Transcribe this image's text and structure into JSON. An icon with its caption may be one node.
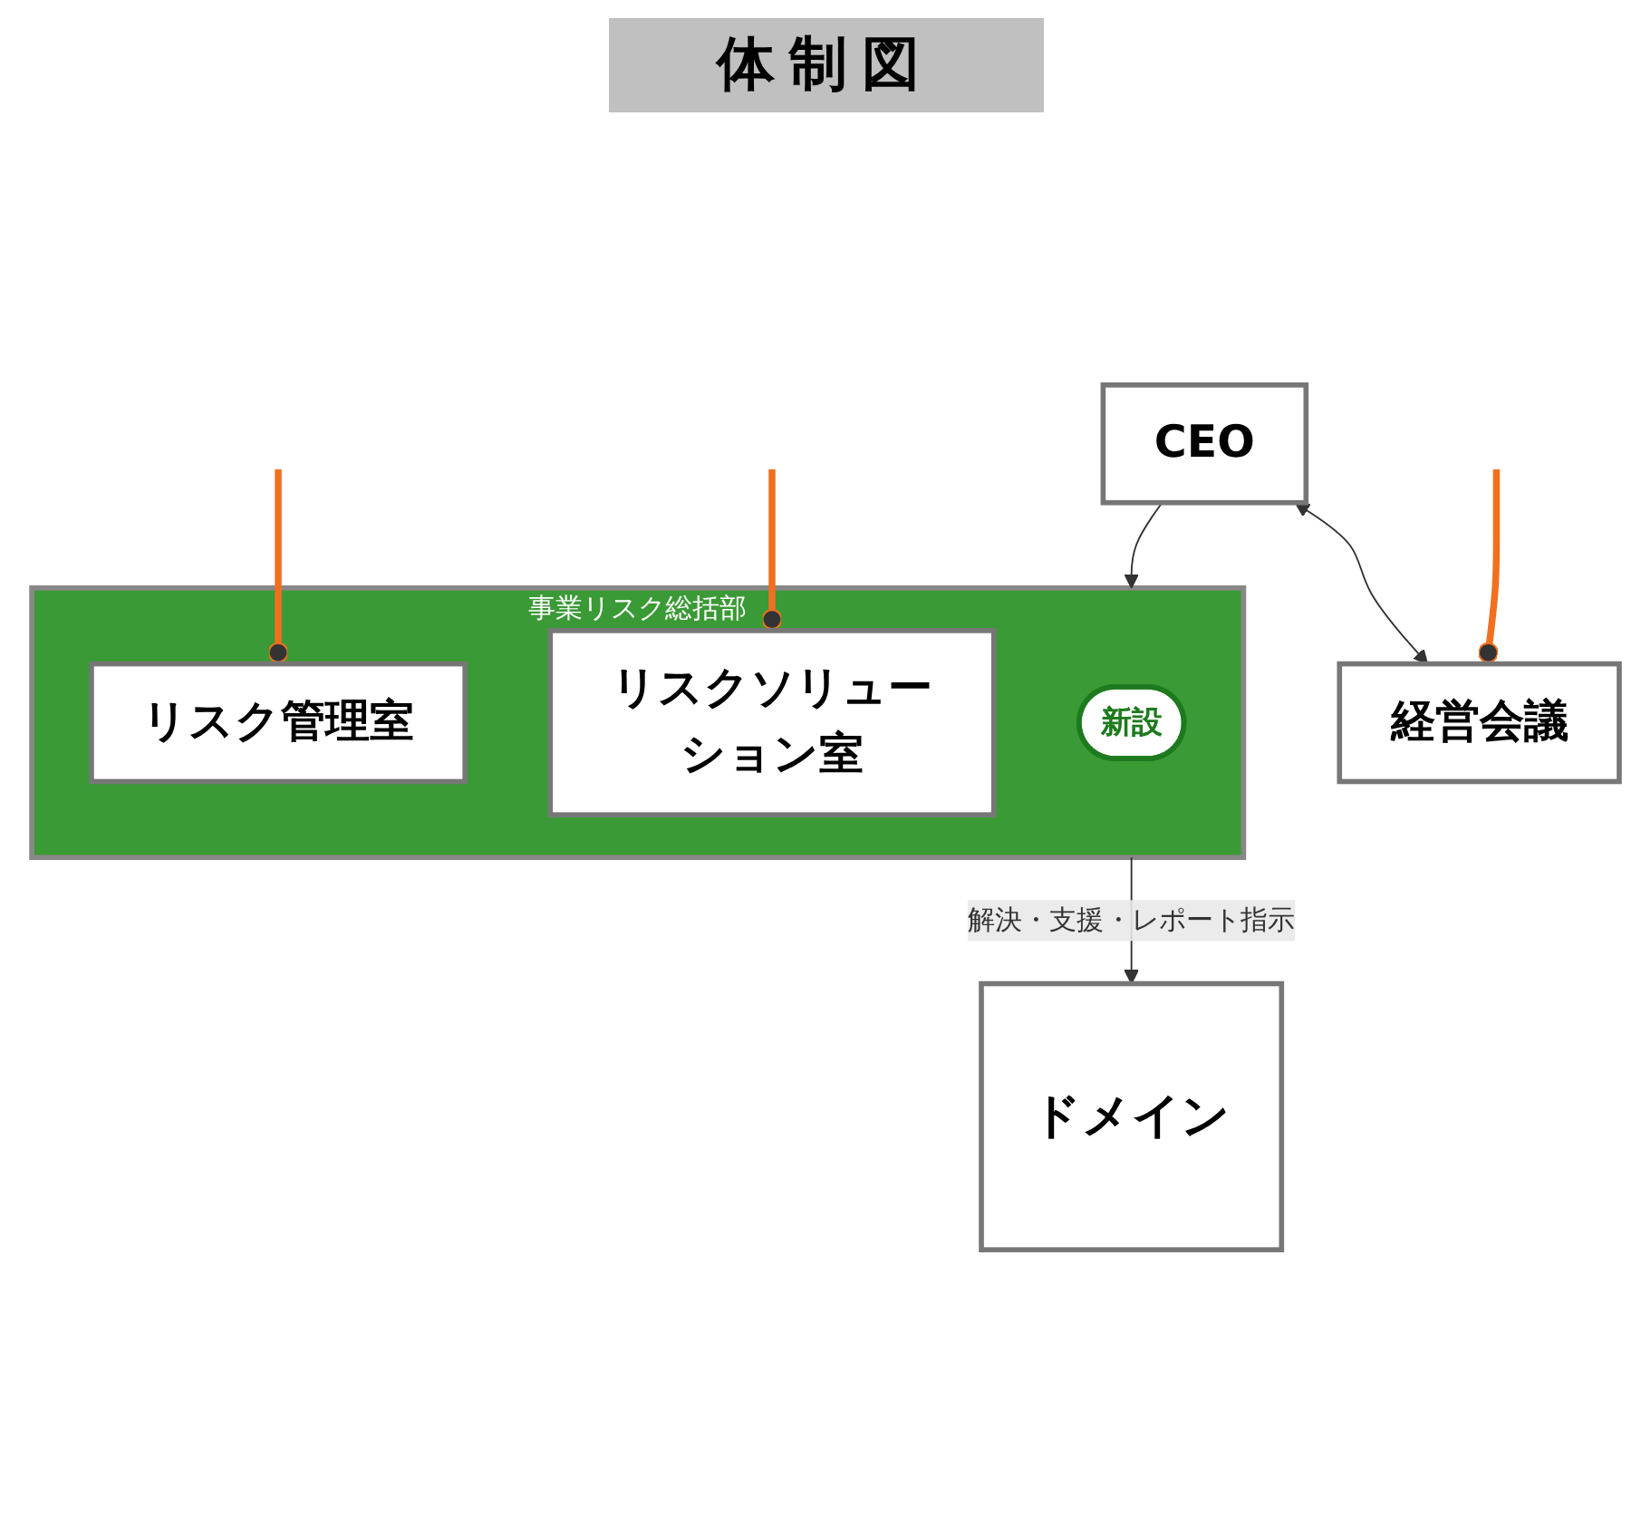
{
  "diagram": {
    "title": "体制図",
    "nodes": [
      {
        "text": [
          "CEO"
        ]
      },
      {
        "text": [
          "経営会議"
        ]
      },
      {
        "text": [
          "事業リスク総括部"
        ]
      },
      {
        "text": [
          "新設"
        ],
        "in": 2
      },
      {
        "text": [
          "リスク管理室"
        ],
        "in": 2
      },
      {
        "text": [
          "リスクソリューション室"
        ],
        "in": 2
      },
      {
        "text": [
          "ドメイン"
        ]
      }
    ],
    "edges": [
      {
        "from": 0,
        "to": 1,
        "arrow": "both"
      },
      {
        "from": 0,
        "to": 2,
        "arrow": "to"
      },
      {
        "from": 2,
        "to": 6,
        "arrow": "to",
        "label": "解決・支援・レポート指示"
      },
      {
        "from": 1,
        "to": null,
        "arrow": "other",
        "style": "thick",
        "color": "#f07020"
      },
      {
        "from": 4,
        "to": null,
        "arrow": "other",
        "style": "thick",
        "color": "#f07020"
      },
      {
        "from": 5,
        "to": null,
        "arrow": "other",
        "style": "thick",
        "color": "#f07020"
      }
    ]
  }
}
